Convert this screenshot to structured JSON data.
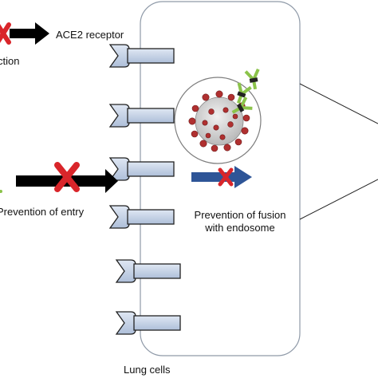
{
  "labels": {
    "infection": "ction",
    "ace2_receptor": "ACE2 receptor",
    "prevention_of_entry": "Prevention of entry",
    "prevention_of_fusion": "Prevention of fusion with endosome",
    "lung_cells": "Lung cells"
  },
  "colors": {
    "receptor_fill": "#c9d6ea",
    "arrow_black": "#000000",
    "arrow_blue": "#2e5597",
    "cross_red": "#d9252a",
    "virus_red": "#b03030",
    "antibody_green": "#8bc34a",
    "cell_border": "#8f9aa8"
  },
  "receptors_count": 6
}
